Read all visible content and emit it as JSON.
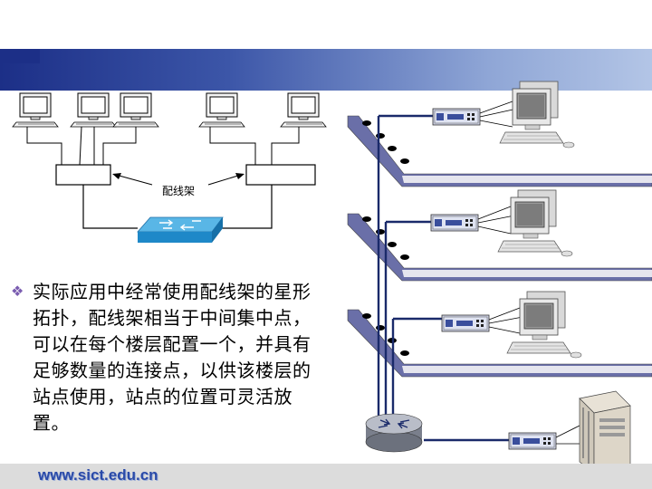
{
  "diagram": {
    "patch_panel_label": "配线架"
  },
  "bullet": {
    "text": "实际应用中经常使用配线架的星形拓扑，配线架相当于中间集中点，可以在每个楼层配置一个，并具有足够数量的连接点，以供该楼层的站点使用，站点的位置可灵活放置。"
  },
  "footer": {
    "url": "www.sict.edu.cn"
  }
}
